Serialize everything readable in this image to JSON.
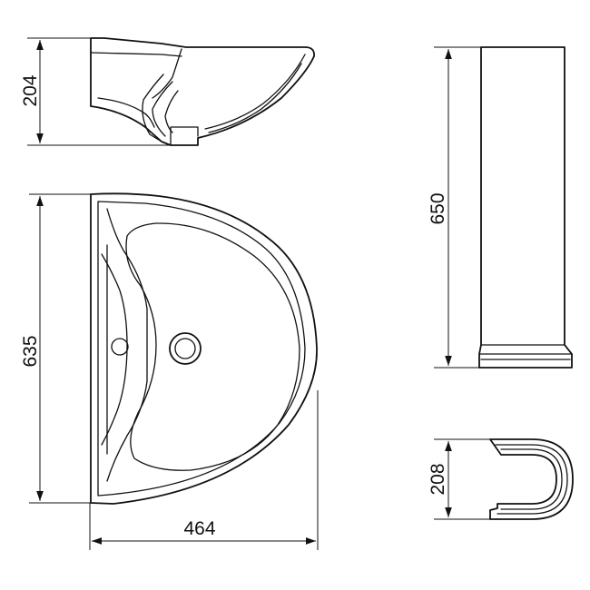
{
  "dimensions": {
    "basin_side_height": "204",
    "basin_depth": "635",
    "basin_width": "464",
    "pedestal_height": "650",
    "pedestal_depth": "208"
  }
}
